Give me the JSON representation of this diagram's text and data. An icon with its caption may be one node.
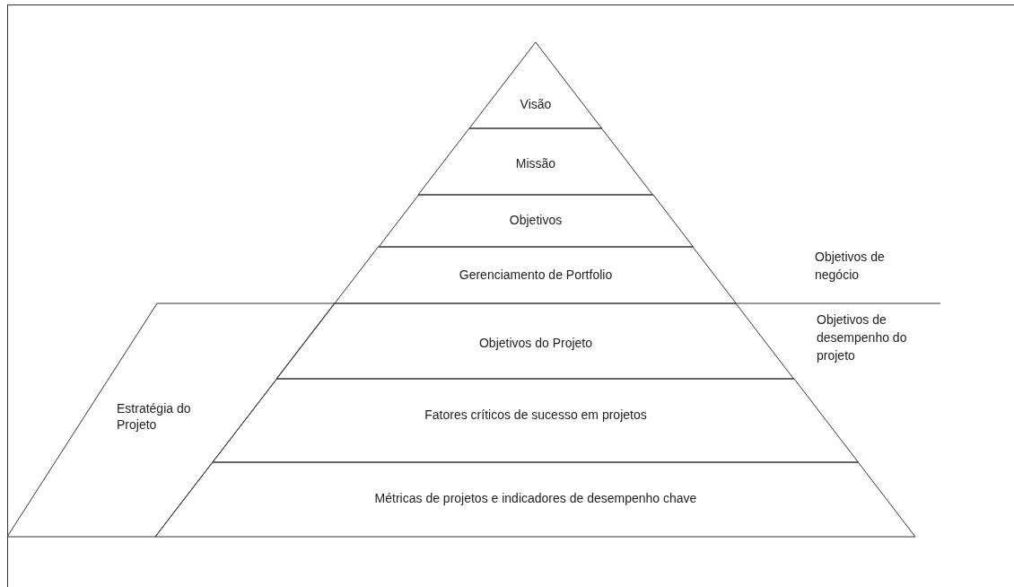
{
  "diagram": {
    "nodes": [
      {
        "text": [
          "Visão"
        ]
      },
      {
        "text": [
          "Missão"
        ]
      },
      {
        "text": [
          "Objetivos"
        ]
      },
      {
        "text": [
          "Gerenciamento de Portfolio"
        ]
      },
      {
        "text": [
          "Objetivos do Projeto"
        ]
      },
      {
        "text": [
          "Fatores críticos de sucesso em projetos"
        ]
      },
      {
        "text": [
          "Métricas de projetos e indicadores de desempenho chave"
        ]
      },
      {
        "text": [
          "Estratégia do Projeto"
        ]
      }
    ],
    "labels": [
      "Objetivos de negócio",
      "Objetivos de desempenho do projeto"
    ]
  }
}
